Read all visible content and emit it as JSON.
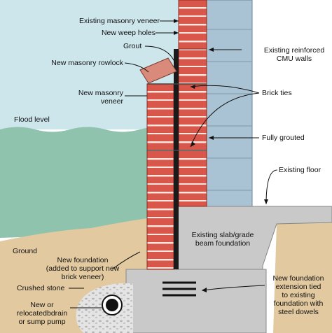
{
  "labels": {
    "existing_masonry_veneer": "Existing masonry veneer",
    "new_weep_holes": "New weep holes",
    "grout": "Grout",
    "new_masonry_rowlock": "New masonry rowlock",
    "new_masonry_veneer_1": "New masonry",
    "new_masonry_veneer_2": "veneer",
    "flood_level": "Flood level",
    "existing_cmu_1": "Existing reinforced",
    "existing_cmu_2": "CMU walls",
    "brick_ties": "Brick ties",
    "fully_grouted": "Fully grouted",
    "existing_floor": "Existing floor",
    "ground": "Ground",
    "existing_slab_1": "Existing slab/grade",
    "existing_slab_2": "beam foundation",
    "new_foundation_1": "New foundation",
    "new_foundation_2": "(added to support new",
    "new_foundation_3": "brick veneer)",
    "crushed_stone": "Crushed stone",
    "drain_1": "New or",
    "drain_2": "relocatedbdrain",
    "drain_3": "or sump pump",
    "extension_1": "New foundation",
    "extension_2": "extension tied",
    "extension_3": "to existing",
    "extension_4": "foundation with",
    "extension_5": "steel dowels"
  },
  "colors": {
    "sky": "#cde6ec",
    "water": "#8fc3ae",
    "cmu": "#a9c3d4",
    "brick": "#d9574a",
    "grout": "#1a1a1a",
    "concrete": "#c9c9c9",
    "soil": "#e2c9a0"
  }
}
